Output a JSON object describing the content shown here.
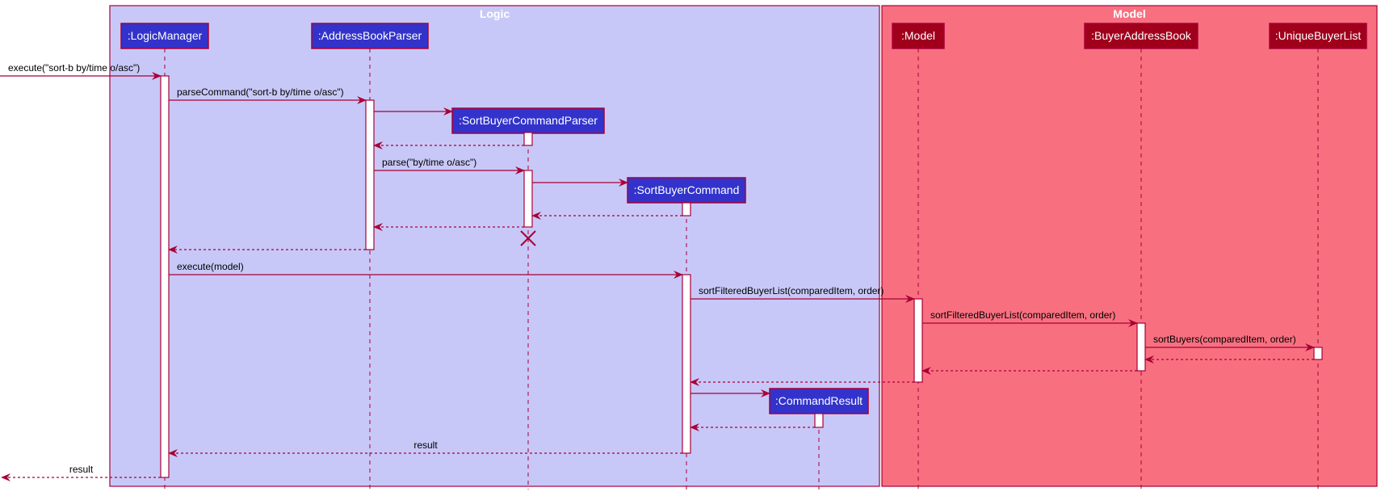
{
  "diagram": {
    "type": "sequence",
    "colors": {
      "logic_fill": "#C8C8F8",
      "model_fill": "#F87080",
      "border": "#A80036",
      "logic_participant": "#3333CC",
      "model_participant": "#A0001C",
      "activation_fill": "#FFFFFF",
      "text_light": "#FFFFFF",
      "text_dark": "#000000"
    },
    "boxes": [
      {
        "id": "logic",
        "title": "Logic"
      },
      {
        "id": "model",
        "title": "Model"
      }
    ],
    "participants": [
      {
        "id": "lm",
        "label": ":LogicManager",
        "box": "logic"
      },
      {
        "id": "abp",
        "label": ":AddressBookParser",
        "box": "logic"
      },
      {
        "id": "sbcp",
        "label": ":SortBuyerCommandParser",
        "box": "logic"
      },
      {
        "id": "sbc",
        "label": ":SortBuyerCommand",
        "box": "logic"
      },
      {
        "id": "cr",
        "label": ":CommandResult",
        "box": "logic"
      },
      {
        "id": "m",
        "label": ":Model",
        "box": "model"
      },
      {
        "id": "bab",
        "label": ":BuyerAddressBook",
        "box": "model"
      },
      {
        "id": "ubl",
        "label": ":UniqueBuyerList",
        "box": "model"
      }
    ],
    "messages": [
      {
        "from": "external",
        "to": "lm",
        "label": "execute(\"sort-b by/time o/asc\")",
        "style": "call"
      },
      {
        "from": "lm",
        "to": "abp",
        "label": "parseCommand(\"sort-b by/time o/asc\")",
        "style": "call"
      },
      {
        "from": "abp",
        "to": "sbcp",
        "label": "",
        "style": "create"
      },
      {
        "from": "sbcp",
        "to": "abp",
        "label": "",
        "style": "return"
      },
      {
        "from": "abp",
        "to": "sbcp",
        "label": "parse(\"by/time o/asc\")",
        "style": "call"
      },
      {
        "from": "sbcp",
        "to": "sbc",
        "label": "",
        "style": "create"
      },
      {
        "from": "sbc",
        "to": "sbcp",
        "label": "",
        "style": "return"
      },
      {
        "from": "sbcp",
        "to": "abp",
        "label": "",
        "style": "return"
      },
      {
        "from": "abp",
        "to": "lm",
        "label": "",
        "style": "return"
      },
      {
        "from": "lm",
        "to": "sbc",
        "label": "execute(model)",
        "style": "call"
      },
      {
        "from": "sbc",
        "to": "m",
        "label": "sortFilteredBuyerList(comparedItem, order)",
        "style": "call"
      },
      {
        "from": "m",
        "to": "bab",
        "label": "sortFilteredBuyerList(comparedItem, order)",
        "style": "call"
      },
      {
        "from": "bab",
        "to": "ubl",
        "label": "sortBuyers(comparedItem, order)",
        "style": "call"
      },
      {
        "from": "ubl",
        "to": "bab",
        "label": "",
        "style": "return"
      },
      {
        "from": "bab",
        "to": "m",
        "label": "",
        "style": "return"
      },
      {
        "from": "m",
        "to": "sbc",
        "label": "",
        "style": "return"
      },
      {
        "from": "sbc",
        "to": "cr",
        "label": "",
        "style": "create"
      },
      {
        "from": "cr",
        "to": "sbc",
        "label": "",
        "style": "return"
      },
      {
        "from": "sbc",
        "to": "lm",
        "label": "result",
        "style": "return"
      },
      {
        "from": "lm",
        "to": "external",
        "label": "result",
        "style": "return"
      }
    ],
    "destroyed": [
      "sbcp"
    ]
  }
}
